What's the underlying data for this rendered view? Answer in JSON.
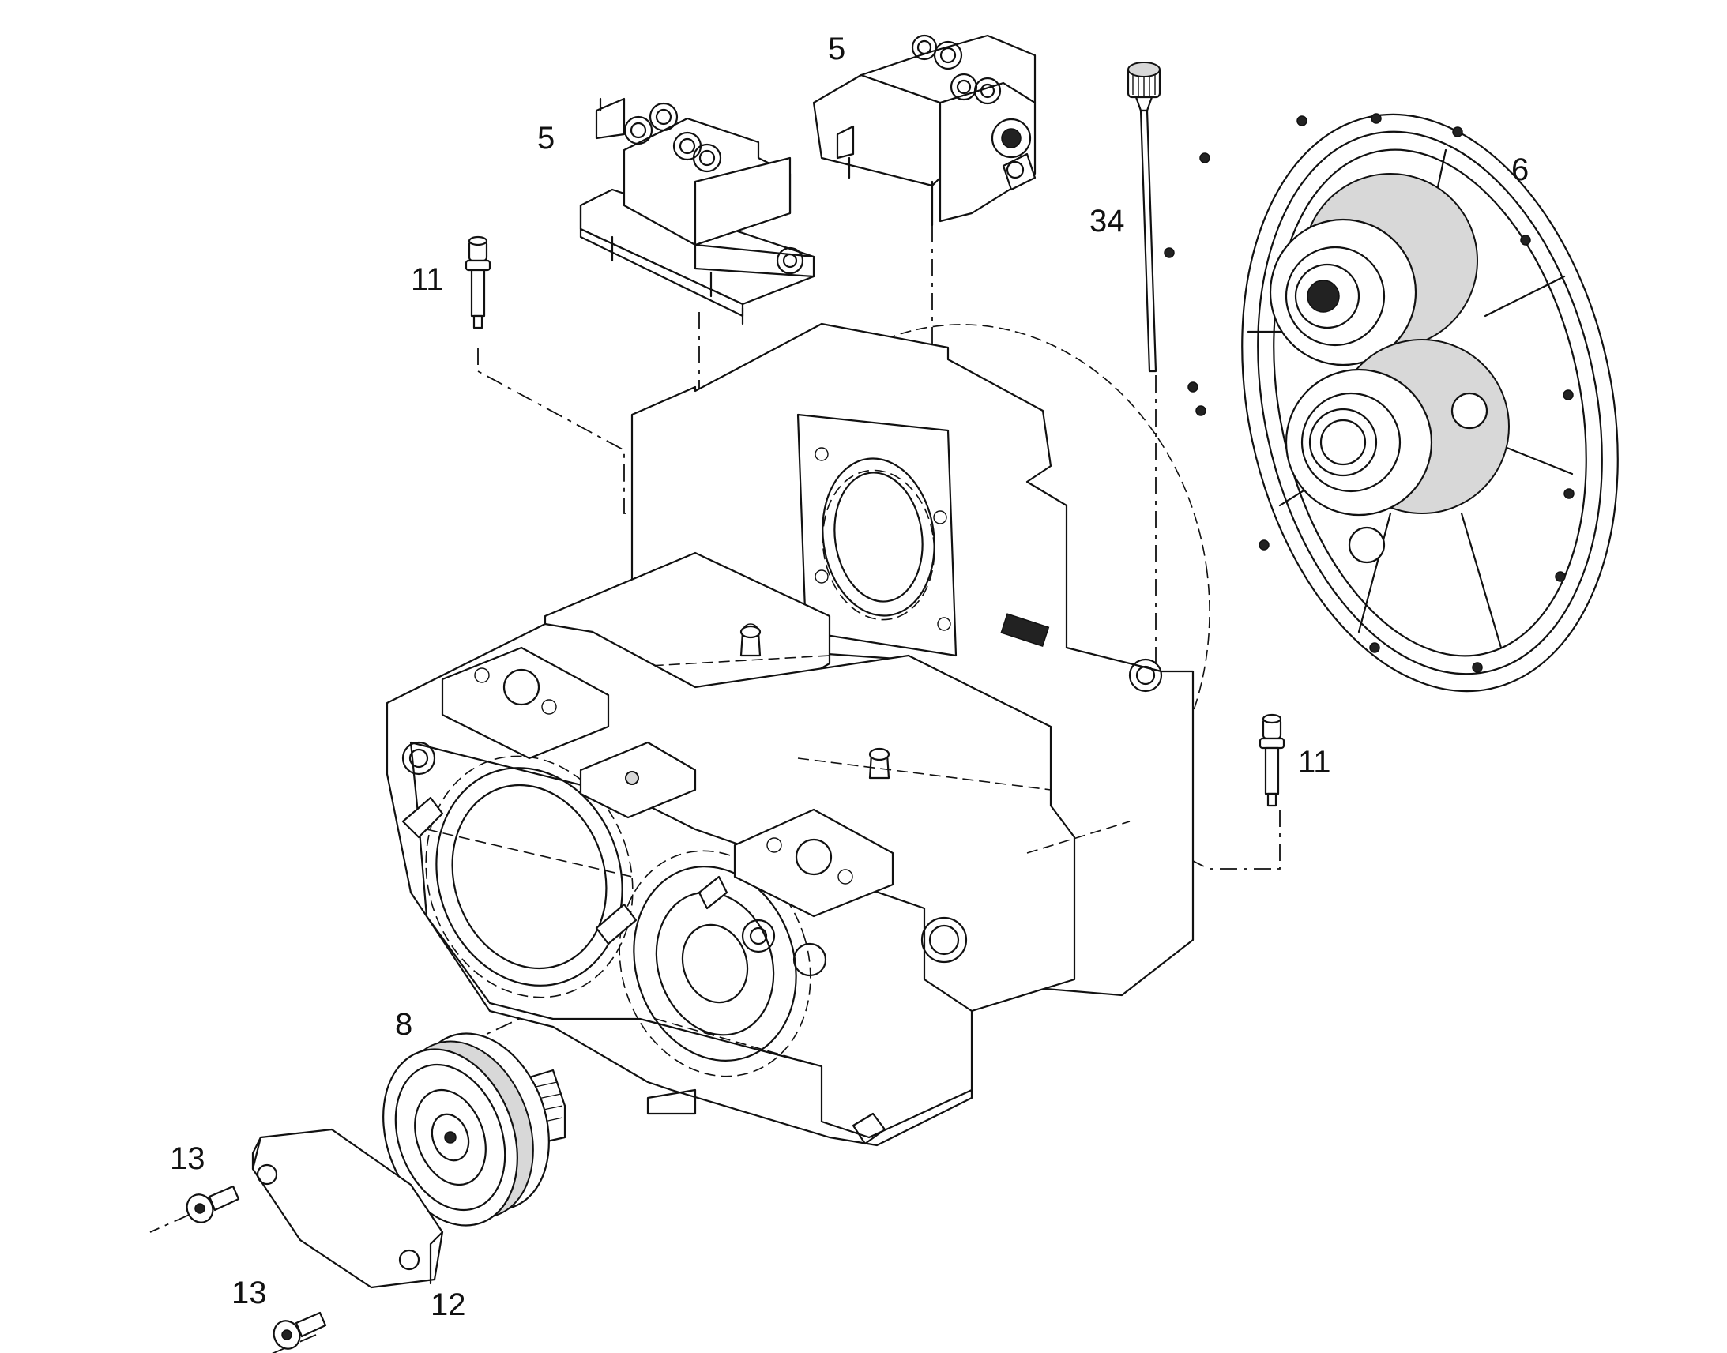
{
  "callouts": {
    "valve_left": "5",
    "valve_right": "5",
    "cover_plate": "6",
    "dipstick": "34",
    "stud_left": "11",
    "stud_right": "11",
    "pump_drive": "8",
    "screw_upper": "13",
    "screw_lower": "13",
    "blind_plate": "12"
  },
  "colors": {
    "line": "#111111",
    "background": "#ffffff"
  }
}
